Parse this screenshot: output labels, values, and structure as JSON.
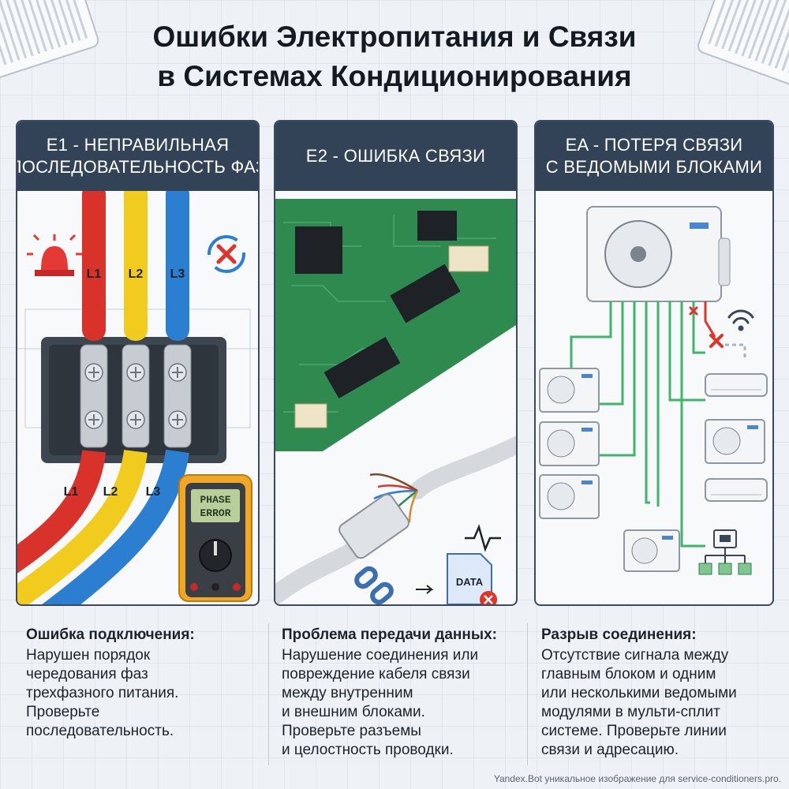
{
  "title": {
    "line1": "Ошибки Электропитания и Связи",
    "line2": "в Системах Кондиционирования"
  },
  "panels": [
    {
      "code": "E1",
      "header_line1": "E1 - Неправильная",
      "header_line2": "последовательность фаз",
      "wire_labels": [
        "L1",
        "L2",
        "L3"
      ],
      "multimeter_display_line1": "PHASE",
      "multimeter_display_line2": "ERROR",
      "heading": "Ошибка подключения:",
      "body_lines": [
        "Нарушен порядок",
        "чередования фаз",
        "трехфазного питания.",
        "Проверьте",
        "последовательность."
      ]
    },
    {
      "code": "E2",
      "header_line1": "E2 - Ошибка связи",
      "header_line2": "",
      "data_doc_label": "DATA",
      "heading": "Проблема передачи данных:",
      "body_lines": [
        "Нарушение соединения или",
        "повреждение кабеля связи",
        "между внутренним",
        "и внешним блоками.",
        "Проверьте разъемы",
        "и целостность проводки."
      ]
    },
    {
      "code": "EA",
      "header_line1": "EA - Потеря связи",
      "header_line2": "с ведомыми блоками",
      "heading": "Разрыв соединения:",
      "body_lines": [
        "Отсутствие сигнала между",
        "главным блоком и одним",
        "или несколькими ведомыми",
        "модулями в мульти-сплит",
        "системе. Проверьте линии",
        "связи и адресацию."
      ]
    }
  ],
  "colors": {
    "header_bg": "#324358",
    "wire_l1": "#d8322b",
    "wire_l2": "#f1cc1e",
    "wire_l3": "#2c7fd0",
    "pcb_green": "#2f8a4f",
    "signal_line": "#3db56a",
    "error_red": "#e0342b"
  },
  "icons": [
    "alarm-beacon-icon",
    "phase-swap-error-icon",
    "broken-link-icon",
    "arrow-right-icon",
    "data-error-icon",
    "pulse-icon",
    "wifi-icon",
    "network-topology-icon",
    "rj45-port-icon"
  ],
  "footer": "Yandex.Bot уникальное изображение для service-conditioners.pro."
}
